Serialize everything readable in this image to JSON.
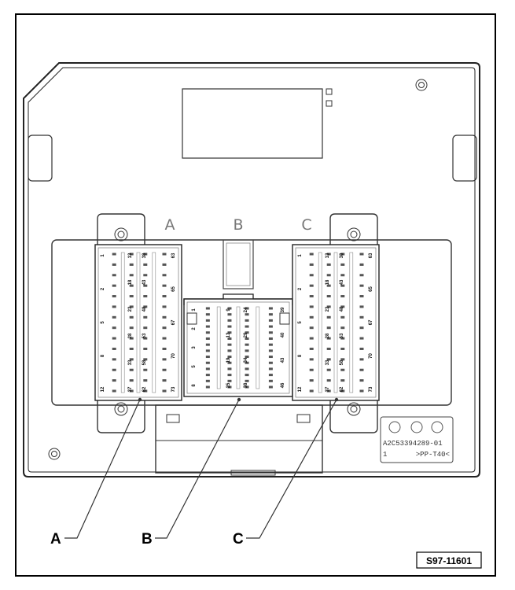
{
  "figure_id": "S97-11601",
  "slot_letters": [
    "A",
    "B",
    "C"
  ],
  "callouts": [
    "A",
    "B",
    "C"
  ],
  "part_label": {
    "line1": "A2C53394289-01",
    "line2_left": "1",
    "line2_right": ">PP-T40<"
  },
  "connector_a": {
    "pins_left": [
      "1",
      "2",
      "5",
      "8",
      "12"
    ],
    "pins_inner": [
      "13",
      "18",
      "23",
      "28",
      "33",
      "37"
    ],
    "pins_inner2": [
      "38",
      "43",
      "48",
      "53",
      "58",
      "62"
    ],
    "pins_right": [
      "63",
      "65",
      "67",
      "70",
      "73"
    ]
  },
  "connector_b": {
    "pins_left": [
      "1",
      "2",
      "3",
      "5",
      "8"
    ],
    "pins_inner": [
      "9",
      "13",
      "19",
      "25"
    ],
    "pins_inner2": [
      "24",
      "29",
      "34",
      "38"
    ],
    "pins_right": [
      "39",
      "40",
      "43",
      "46"
    ]
  },
  "connector_c": {
    "pins_left": [
      "1",
      "2",
      "5",
      "8",
      "12"
    ],
    "pins_inner": [
      "13",
      "18",
      "23",
      "28",
      "33",
      "37"
    ],
    "pins_inner2": [
      "38",
      "43",
      "48",
      "53",
      "58",
      "62"
    ],
    "pins_right": [
      "63",
      "65",
      "67",
      "70",
      "73"
    ]
  }
}
